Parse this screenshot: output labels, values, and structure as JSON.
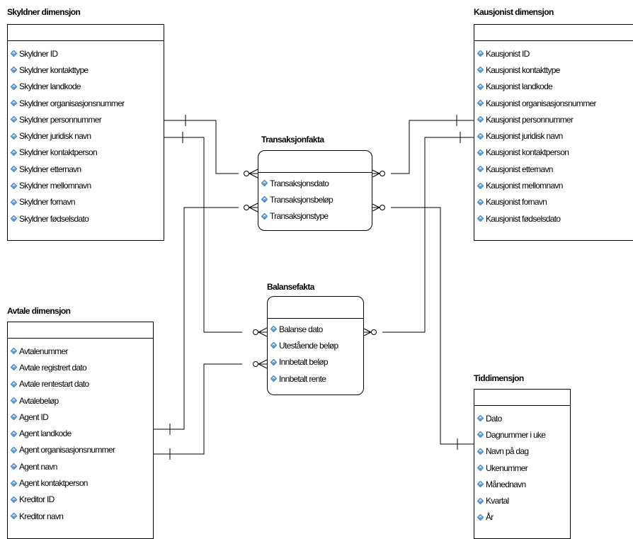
{
  "entities": {
    "skyldner": {
      "title": "Skyldner dimensjon",
      "attributes": [
        "Skyldner ID",
        "Skyldner kontakttype",
        "Skyldner landkode",
        "Skyldner organisasjonsnummer",
        "Skyldner personnummer",
        "Skyldner juridisk navn",
        "Skyldner kontaktperson",
        "Skyldner etternavn",
        "Skyldner mellomnavn",
        "Skyldner fornavn",
        "Skyldner fødselsdato"
      ]
    },
    "kausjonist": {
      "title": "Kausjonist dimensjon",
      "attributes": [
        "Kausjonist ID",
        "Kausjonist kontakttype",
        "Kausjonist landkode",
        "Kausjonist organisasjonsnummer",
        "Kausjonist personnummer",
        "Kausjonist juridisk navn",
        "Kausjonist kontaktperson",
        "Kausjonist etternavn",
        "Kausjonist mellomnavn",
        "Kausjonist fornavn",
        "Kausjonist fødselsdato"
      ]
    },
    "transaksjon": {
      "title": "Transaksjonfakta",
      "attributes": [
        "Transaksjonsdato",
        "Transaksjonsbeløp",
        "Transaksjonstype"
      ]
    },
    "balanse": {
      "title": "Balansefakta",
      "attributes": [
        "Balanse dato",
        "Utestående beløp",
        "Innbetalt beløp",
        "Innbetalt rente"
      ]
    },
    "avtale": {
      "title": "Avtale dimensjon",
      "attributes": [
        "Avtalenummer",
        "Avtale registrert dato",
        "Avtale rentestart dato",
        "Avtalebeløp",
        "Agent ID",
        "Agent landkode",
        "Agent organisasjonsnummer",
        "Agent navn",
        "Agent kontaktperson",
        "Kreditor ID",
        "Kreditor navn"
      ]
    },
    "tid": {
      "title": "Tiddimensjon",
      "attributes": [
        "Dato",
        "Dagnummer i uke",
        "Navn på dag",
        "Ukenummer",
        "Månednavn",
        "Kvartal",
        "År"
      ]
    }
  },
  "colors": {
    "line": "#000000",
    "key_icon": "#5b9bd5",
    "key_icon_light": "#cfe6fb"
  },
  "icons": {
    "attribute": "diamond-key-icon"
  }
}
